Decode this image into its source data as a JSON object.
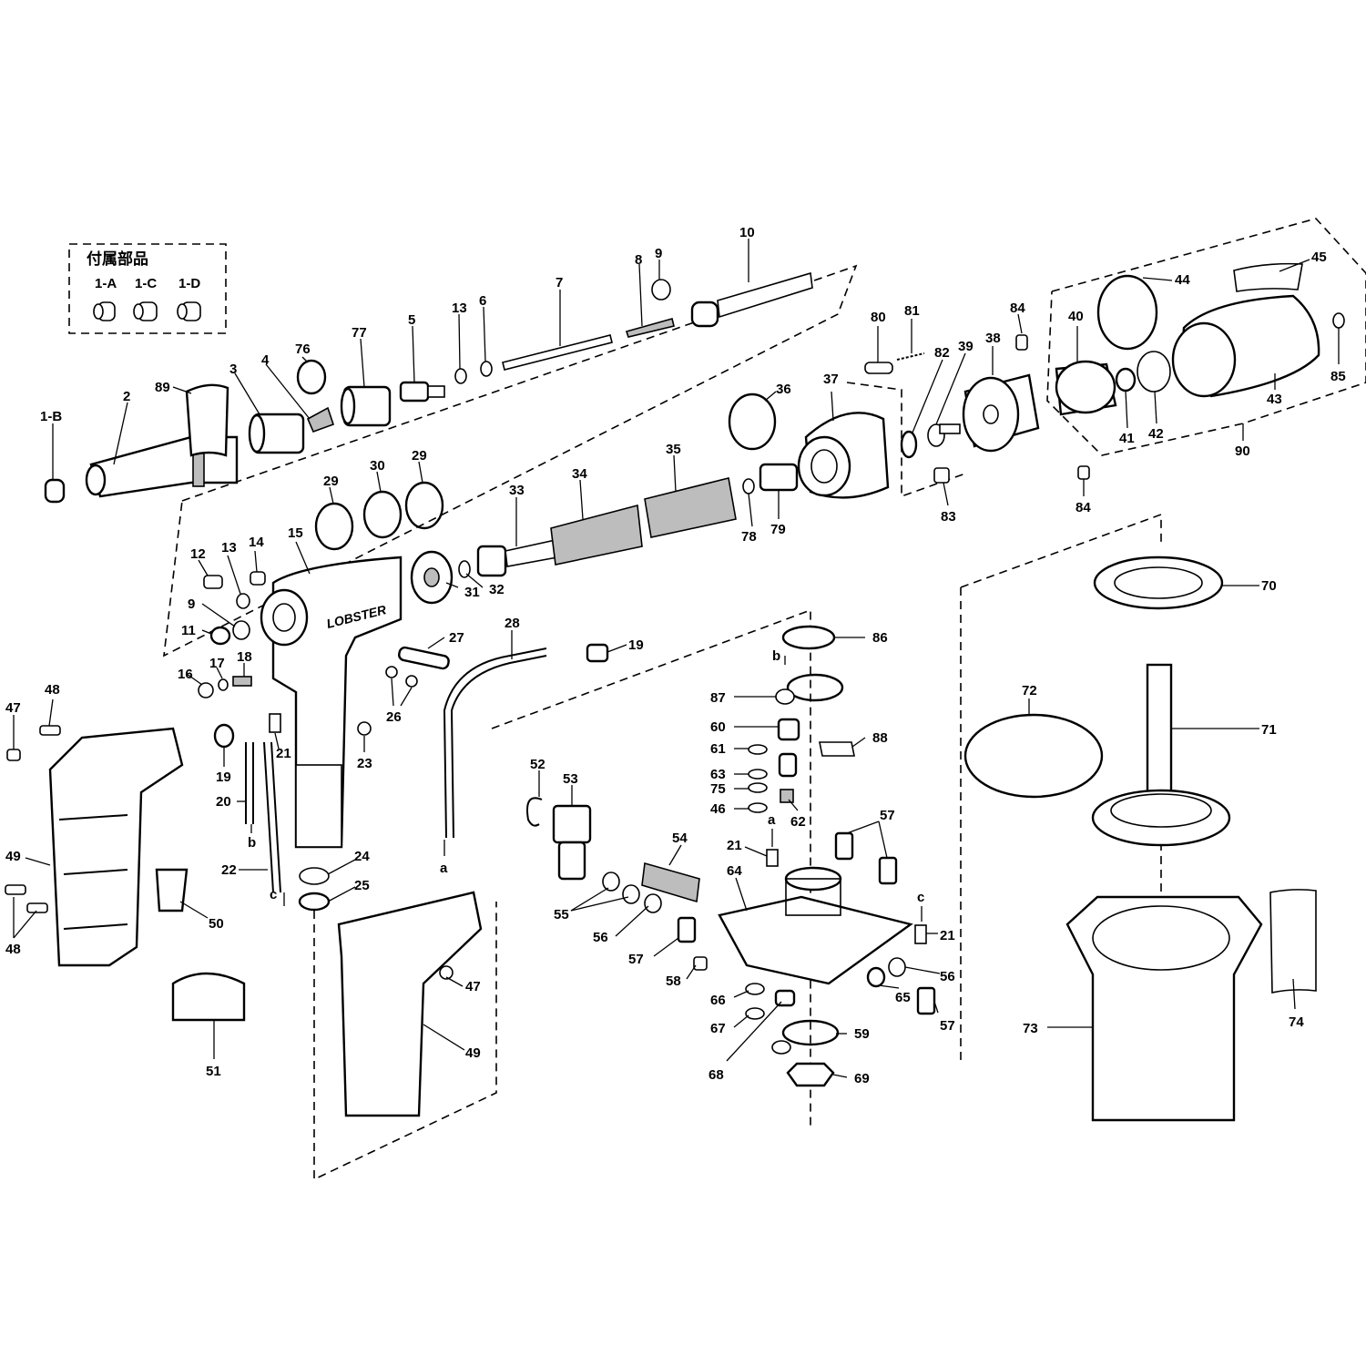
{
  "accessory_box": {
    "title": "付属部品",
    "labels": [
      "1-A",
      "1-C",
      "1-D"
    ]
  },
  "part_labels": [
    "1-B",
    "2",
    "89",
    "3",
    "4",
    "76",
    "77",
    "5",
    "13",
    "6",
    "7",
    "8",
    "9",
    "10",
    "29",
    "30",
    "29",
    "33",
    "34",
    "35",
    "78",
    "79",
    "36",
    "37",
    "80",
    "81",
    "82",
    "39",
    "38",
    "83",
    "84",
    "84",
    "40",
    "44",
    "45",
    "41",
    "42",
    "43",
    "85",
    "90",
    "12",
    "13",
    "14",
    "15",
    "9",
    "11",
    "31",
    "32",
    "16",
    "17",
    "18",
    "27",
    "26",
    "28",
    "19",
    "19",
    "21",
    "23",
    "20",
    "22",
    "24",
    "25",
    "48",
    "47",
    "49",
    "48",
    "50",
    "51",
    "47",
    "49",
    "86",
    "87",
    "60",
    "61",
    "88",
    "63",
    "75",
    "46",
    "62",
    "52",
    "53",
    "54",
    "21",
    "64",
    "57",
    "55",
    "56",
    "57",
    "58",
    "66",
    "67",
    "68",
    "59",
    "69",
    "65",
    "56",
    "57",
    "21",
    "70",
    "72",
    "71",
    "73",
    "74"
  ],
  "connection_marks": [
    "b",
    "c",
    "a",
    "b",
    "a",
    "c"
  ],
  "brand_text": "LOBSTER"
}
